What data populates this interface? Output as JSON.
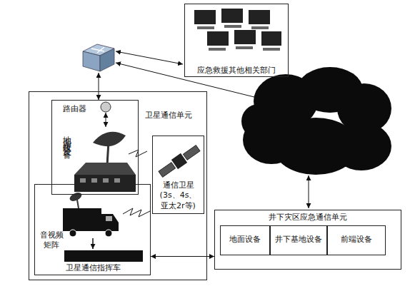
{
  "diagram": {
    "nodes": [
      {
        "text": [
          "应急救援其他相关部门"
        ]
      },
      {
        "text": [
          "卫星通信单元"
        ]
      },
      {
        "text": [
          "路由器",
          "地面接收设备"
        ],
        "in": 1
      },
      {
        "text": [
          "通信卫星 (3s、4s、 亚太2r等)"
        ],
        "in": 1
      },
      {
        "text": [
          "音视频 矩阵",
          "卫星通信指挥车"
        ],
        "in": 1
      },
      {
        "text": [
          "井下灾区应急通信单元"
        ]
      },
      {
        "text": [
          "地面设备"
        ],
        "in": 5
      },
      {
        "text": [
          "井下基地设备"
        ],
        "in": 5
      },
      {
        "text": [
          "前端设备"
        ],
        "in": 5
      }
    ],
    "edges": [
      {
        "from": 4,
        "to": 5,
        "arrow": "both"
      }
    ]
  }
}
